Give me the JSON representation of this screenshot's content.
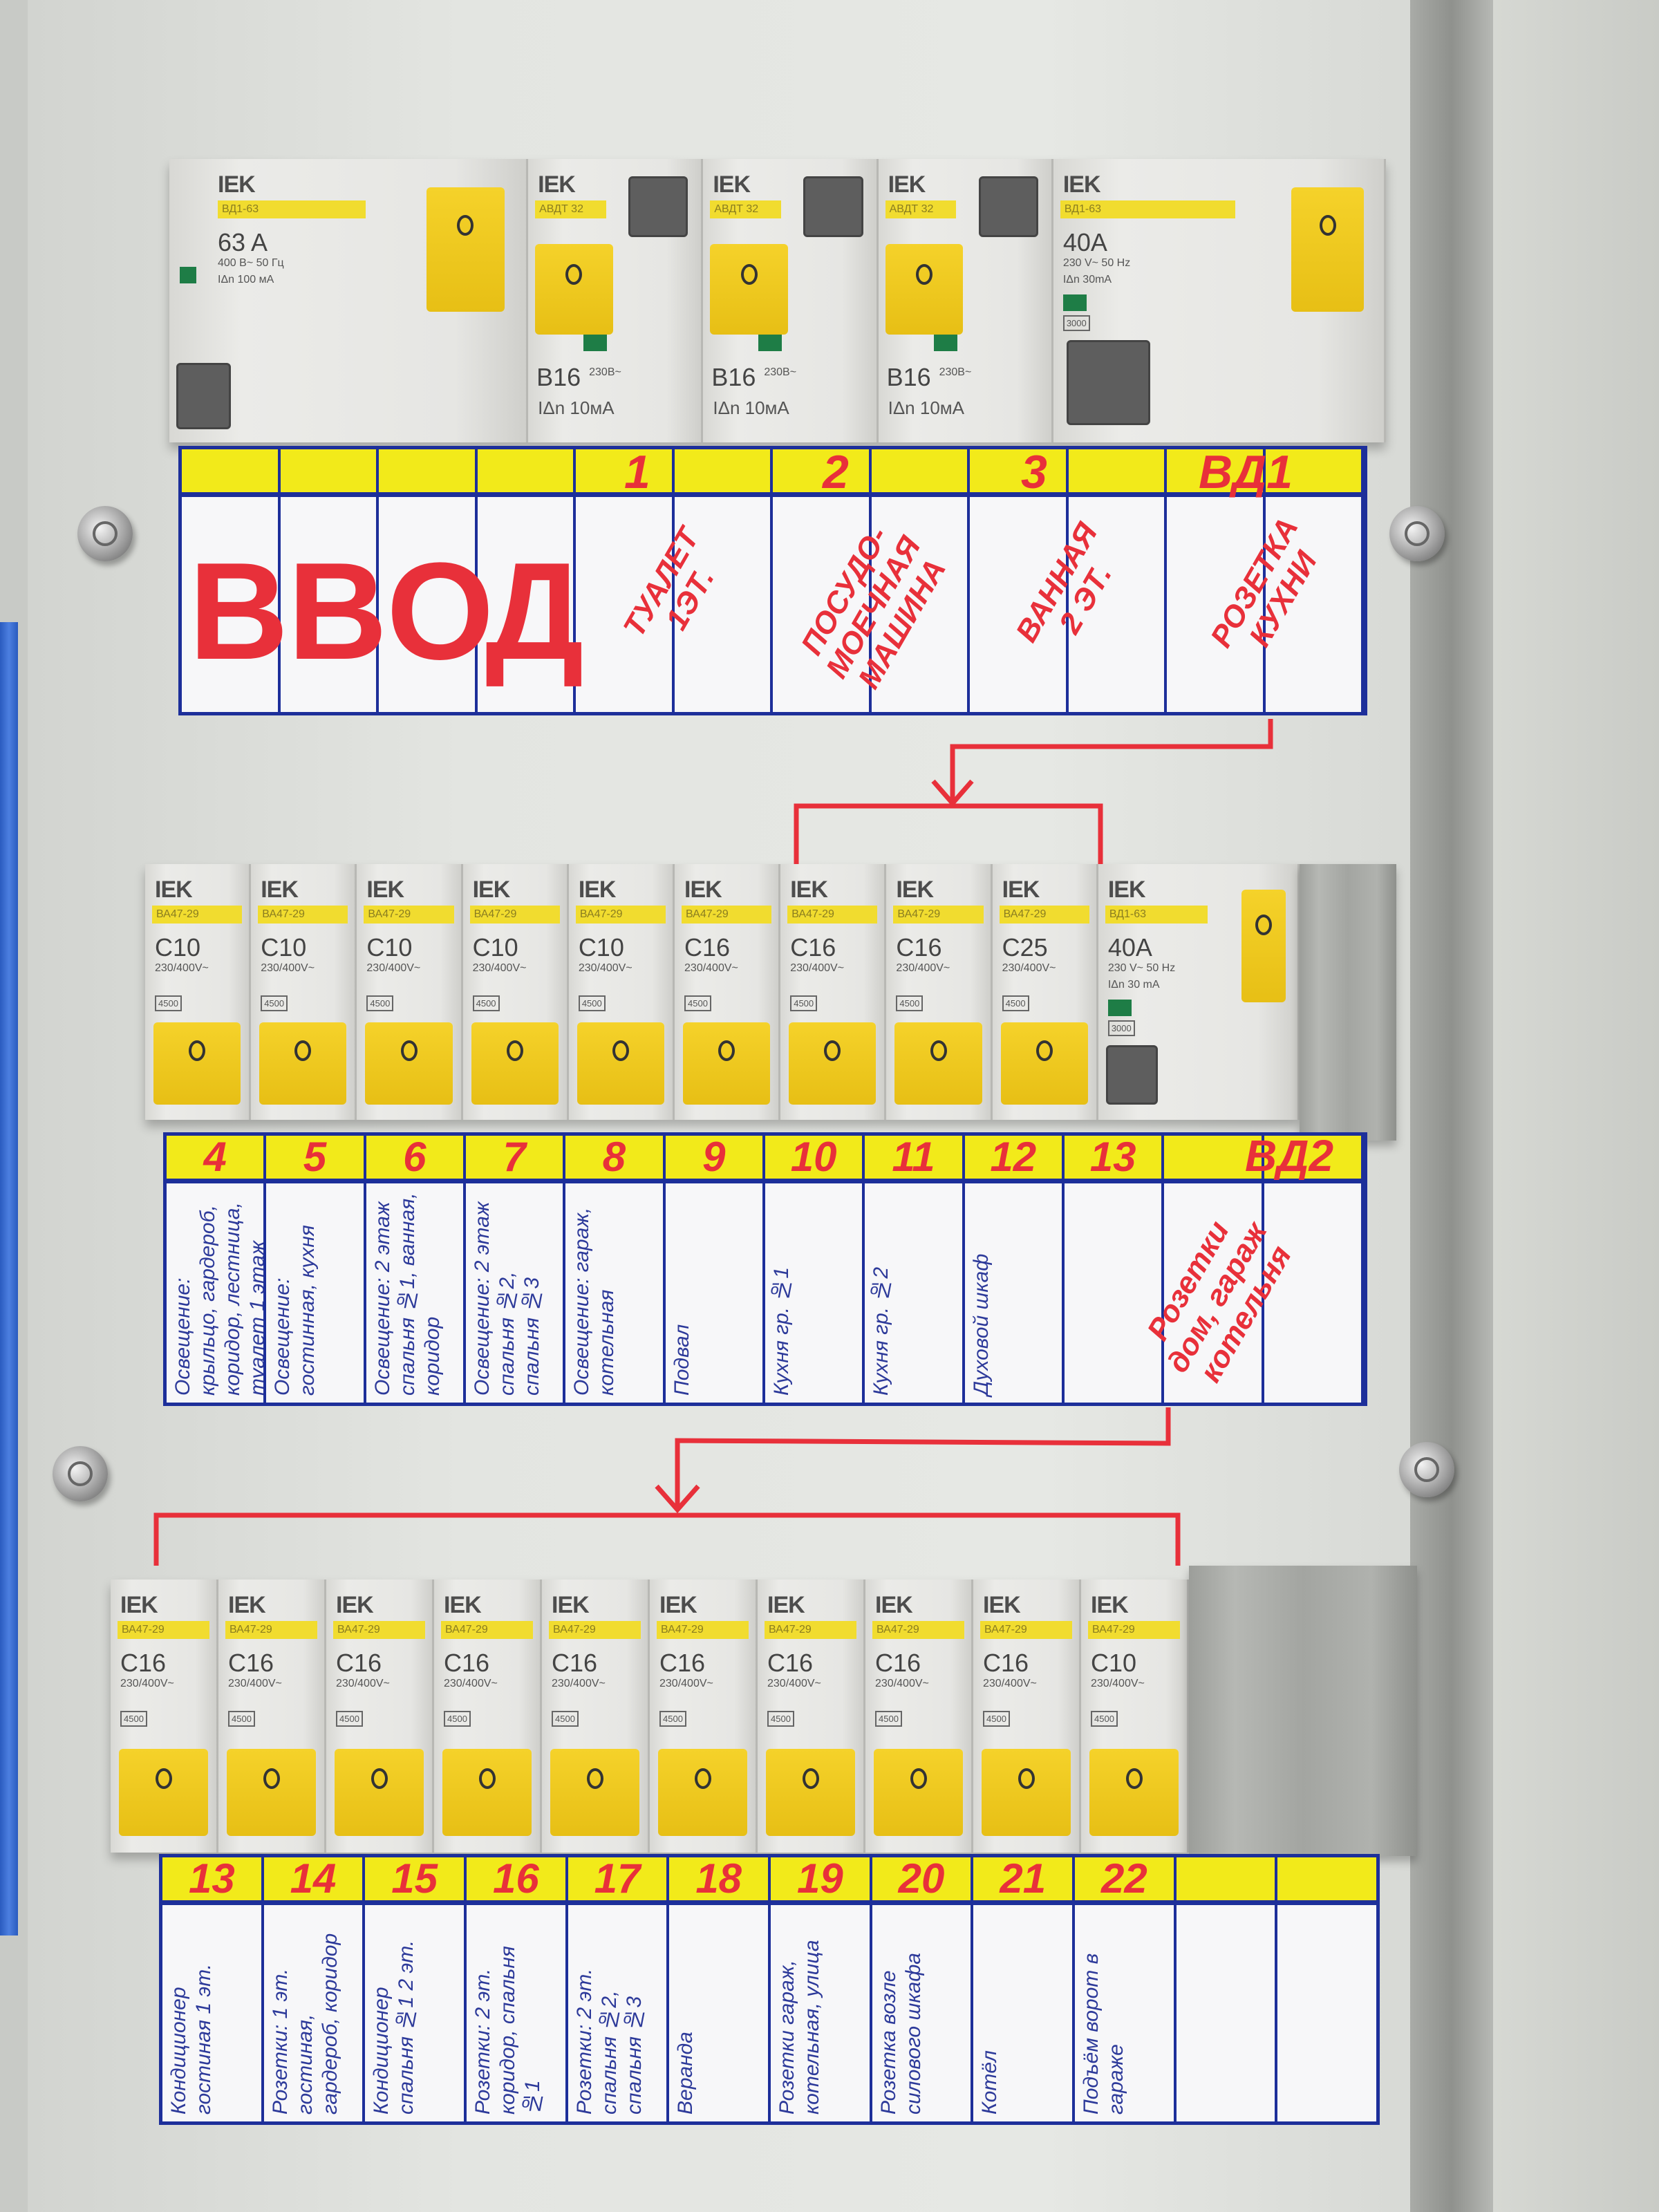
{
  "panel": {
    "accent_yellow": "#f2ea1a",
    "marker_red": "#e8303a",
    "ink_blue": "#2d3a9a",
    "row1_breakers": [
      {
        "brand": "IEK",
        "model": "ВД1-63",
        "rating": "63 A",
        "spec": "400 В~   50 Гц",
        "idn": "IΔn 100 мА",
        "kind": "rcd4"
      },
      {
        "brand": "IEK",
        "model": "АВДТ 32",
        "rating": "B16",
        "spec": "230В~",
        "idn": "IΔn 10мА",
        "kind": "rcbo"
      },
      {
        "brand": "IEK",
        "model": "АВДТ 32",
        "rating": "B16",
        "spec": "230В~",
        "idn": "IΔn 10мА",
        "kind": "rcbo"
      },
      {
        "brand": "IEK",
        "model": "АВДТ 32",
        "rating": "B16",
        "spec": "230В~",
        "idn": "IΔn 10мА",
        "kind": "rcbo"
      },
      {
        "brand": "IEK",
        "model": "ВД1-63",
        "rating": "40A",
        "spec": "230 V~   50 Hz",
        "idn": "IΔn 30mA",
        "code": "3000",
        "kind": "rcd2"
      }
    ],
    "row2_breakers": [
      {
        "brand": "IEK",
        "model": "ВА47-29",
        "rating": "C10",
        "spec": "230/400V~",
        "code": "4500",
        "kind": "mcb"
      },
      {
        "brand": "IEK",
        "model": "ВА47-29",
        "rating": "C10",
        "spec": "230/400V~",
        "code": "4500",
        "kind": "mcb"
      },
      {
        "brand": "IEK",
        "model": "ВА47-29",
        "rating": "C10",
        "spec": "230/400V~",
        "code": "4500",
        "kind": "mcb"
      },
      {
        "brand": "IEK",
        "model": "ВА47-29",
        "rating": "C10",
        "spec": "230/400V~",
        "code": "4500",
        "kind": "mcb"
      },
      {
        "brand": "IEK",
        "model": "ВА47-29",
        "rating": "C10",
        "spec": "230/400V~",
        "code": "4500",
        "kind": "mcb"
      },
      {
        "brand": "IEK",
        "model": "ВА47-29",
        "rating": "C16",
        "spec": "230/400V~",
        "code": "4500",
        "kind": "mcb"
      },
      {
        "brand": "IEK",
        "model": "ВА47-29",
        "rating": "C16",
        "spec": "230/400V~",
        "code": "4500",
        "kind": "mcb"
      },
      {
        "brand": "IEK",
        "model": "ВА47-29",
        "rating": "C16",
        "spec": "230/400V~",
        "code": "4500",
        "kind": "mcb"
      },
      {
        "brand": "IEK",
        "model": "ВА47-29",
        "rating": "C25",
        "spec": "230/400V~",
        "code": "4500",
        "kind": "mcb"
      },
      {
        "brand": "IEK",
        "model": "ВД1-63",
        "rating": "40A",
        "spec": "230 V~   50 Hz",
        "idn": "IΔn 30 mA",
        "code": "3000",
        "kind": "rcd2"
      }
    ],
    "row3_breakers": [
      {
        "brand": "IEK",
        "model": "ВА47-29",
        "rating": "C16",
        "spec": "230/400V~",
        "code": "4500",
        "kind": "mcb"
      },
      {
        "brand": "IEK",
        "model": "ВА47-29",
        "rating": "C16",
        "spec": "230/400V~",
        "code": "4500",
        "kind": "mcb"
      },
      {
        "brand": "IEK",
        "model": "ВА47-29",
        "rating": "C16",
        "spec": "230/400V~",
        "code": "4500",
        "kind": "mcb"
      },
      {
        "brand": "IEK",
        "model": "ВА47-29",
        "rating": "C16",
        "spec": "230/400V~",
        "code": "4500",
        "kind": "mcb"
      },
      {
        "brand": "IEK",
        "model": "ВА47-29",
        "rating": "C16",
        "spec": "230/400V~",
        "code": "4500",
        "kind": "mcb"
      },
      {
        "brand": "IEK",
        "model": "ВА47-29",
        "rating": "C16",
        "spec": "230/400V~",
        "code": "4500",
        "kind": "mcb"
      },
      {
        "brand": "IEK",
        "model": "ВА47-29",
        "rating": "C16",
        "spec": "230/400V~",
        "code": "4500",
        "kind": "mcb"
      },
      {
        "brand": "IEK",
        "model": "ВА47-29",
        "rating": "C16",
        "spec": "230/400V~",
        "code": "4500",
        "kind": "mcb"
      },
      {
        "brand": "IEK",
        "model": "ВА47-29",
        "rating": "C16",
        "spec": "230/400V~",
        "code": "4500",
        "kind": "mcb"
      },
      {
        "brand": "IEK",
        "model": "ВА47-29",
        "rating": "C10",
        "spec": "230/400V~",
        "code": "4500",
        "kind": "mcb"
      }
    ]
  },
  "strip1": {
    "letters": [
      "В",
      "В",
      "О",
      "Д"
    ],
    "numbers": [
      "1",
      "2",
      "3",
      "ВД1"
    ],
    "labels": [
      {
        "line1": "ТУАЛЕТ",
        "line2": "1ЭТ."
      },
      {
        "line1": "ПОСУДО-",
        "line2": "МОЕЧНАЯ МАШИНА"
      },
      {
        "line1": "ВАННАЯ",
        "line2": "2 ЭТ."
      },
      {
        "line1": "РОЗЕТКА",
        "line2": "КУХНИ"
      }
    ]
  },
  "strip2": {
    "cells": [
      {
        "num": "4",
        "text": "Освещение: крыльцо, гардероб, коридор, лестница, туалет 1 этаж"
      },
      {
        "num": "5",
        "text": "Освещение: гостинная, кухня"
      },
      {
        "num": "6",
        "text": "Освещение: 2 этаж спальня №1, ванная, коридор"
      },
      {
        "num": "7",
        "text": "Освещение: 2 этаж спальня №2, спальня №3"
      },
      {
        "num": "8",
        "text": "Освещение: гараж, котельная"
      },
      {
        "num": "9",
        "text": "Подвал"
      },
      {
        "num": "10",
        "text": "Кухня гр. №1"
      },
      {
        "num": "11",
        "text": "Кухня гр. №2"
      },
      {
        "num": "12",
        "text": "Духовой шкаф"
      },
      {
        "num": "13",
        "text": ""
      },
      {
        "num": "",
        "text": ""
      },
      {
        "num": "",
        "text": ""
      }
    ],
    "rcd_number": "ВД2",
    "rcd_label": {
      "line1": "Розетки",
      "line2": "дом, гараж",
      "line3": "котельня"
    }
  },
  "strip3": {
    "cells": [
      {
        "num": "13",
        "text": "Кондиционер гостиная 1 эт."
      },
      {
        "num": "14",
        "text": "Розетки: 1 эт. гостиная, гардероб, коридор"
      },
      {
        "num": "15",
        "text": "Кондиционер спальня №1 2 эт."
      },
      {
        "num": "16",
        "text": "Розетки: 2 эт. коридор, спальня №1"
      },
      {
        "num": "17",
        "text": "Розетки: 2 эт. спальня №2, спальня №3"
      },
      {
        "num": "18",
        "text": "Веранда"
      },
      {
        "num": "19",
        "text": "Розетки гараж, котельная, улица"
      },
      {
        "num": "20",
        "text": "Розетка возле силового шкафа"
      },
      {
        "num": "21",
        "text": "Котёл"
      },
      {
        "num": "22",
        "text": "Подъём ворот в гараже"
      },
      {
        "num": "",
        "text": ""
      },
      {
        "num": "",
        "text": ""
      }
    ]
  }
}
